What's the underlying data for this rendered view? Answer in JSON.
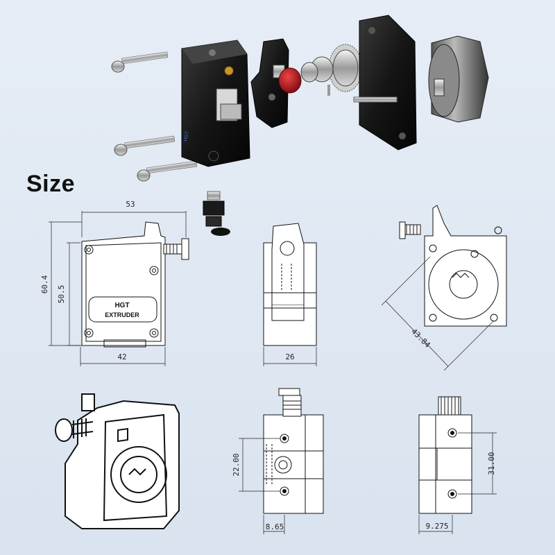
{
  "title": "Size",
  "product_text": {
    "label_line1": "HGT",
    "label_line2": "EXTRUDER"
  },
  "dimensions": {
    "front_width_top": "53",
    "front_height_total": "60.4",
    "front_height_inner": "50.5",
    "front_width_bottom": "42",
    "side_width": "26",
    "back_diagonal": "43.84",
    "side2_height": "22.00",
    "side2_offset": "8.65",
    "side3_height": "31.00",
    "side3_offset": "9.275"
  },
  "colors": {
    "background": "#dde6f1",
    "metal_black": "#1a1a1a",
    "line": "#111111",
    "accent_red": "#b0121c",
    "brass": "#c9952c"
  }
}
